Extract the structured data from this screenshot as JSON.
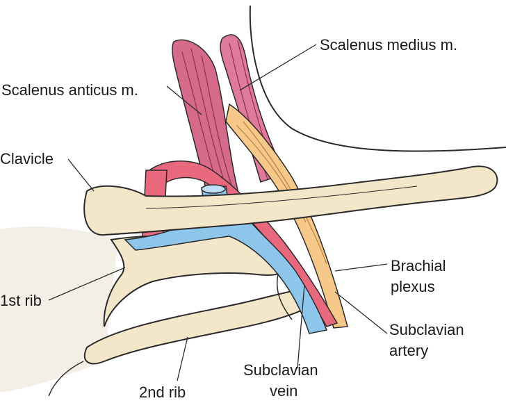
{
  "labels": {
    "scalenus_medius": "Scalenus medius m.",
    "scalenus_anticus": "Scalenus anticus m.",
    "clavicle": "Clavicle",
    "first_rib": "1st rib",
    "second_rib": "2nd rib",
    "brachial_plexus": [
      "Brachial",
      "plexus"
    ],
    "subclavian_artery": [
      "Subclavian",
      "artery"
    ],
    "subclavian_vein": [
      "Subclavian",
      "vein"
    ]
  },
  "colors": {
    "bone": "#f4e6c9",
    "bone_outline": "#2a2a2a",
    "muscle": "#d66a8a",
    "muscle_light": "#f0a9bf",
    "artery": "#e8697d",
    "vein": "#8ec5ea",
    "vein_light": "#bfe0f5",
    "nerve": "#f6c98a",
    "skin": "#f4efe6"
  }
}
